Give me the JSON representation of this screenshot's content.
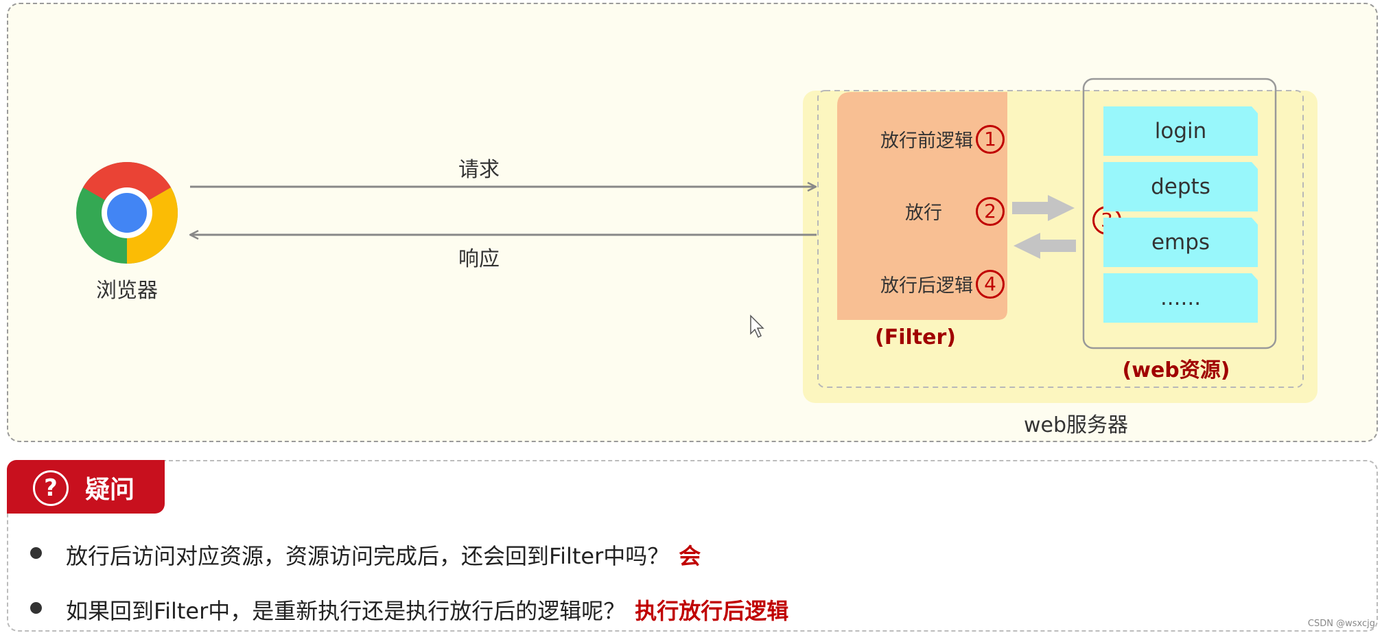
{
  "diagram": {
    "browser_label": "浏览器",
    "request_label": "请求",
    "response_label": "响应",
    "filter_steps": [
      {
        "label": "放行前逻辑",
        "num": "1"
      },
      {
        "label": "放行",
        "num": "2"
      },
      {
        "label": "放行后逻辑",
        "num": "4"
      }
    ],
    "filter_caption": "(Filter)",
    "resource_step_num": "3",
    "resources": [
      "login",
      "depts",
      "emps",
      "......"
    ],
    "resource_caption": "(web资源)",
    "server_label": "web服务器",
    "colors": {
      "filter": "#f8bf93",
      "resource": "#98f7fb",
      "server": "#fcf6bf",
      "accent_red": "#c00000"
    }
  },
  "question": {
    "title": "疑问",
    "icon": "question-circle-icon",
    "items": [
      {
        "text": "放行后访问对应资源，资源访问完成后，还会回到Filter中吗？",
        "answer": "会"
      },
      {
        "text": "如果回到Filter中，是重新执行还是执行放行后的逻辑呢？",
        "answer": "执行放行后逻辑"
      }
    ]
  },
  "watermark": "CSDN @wsxcjg"
}
